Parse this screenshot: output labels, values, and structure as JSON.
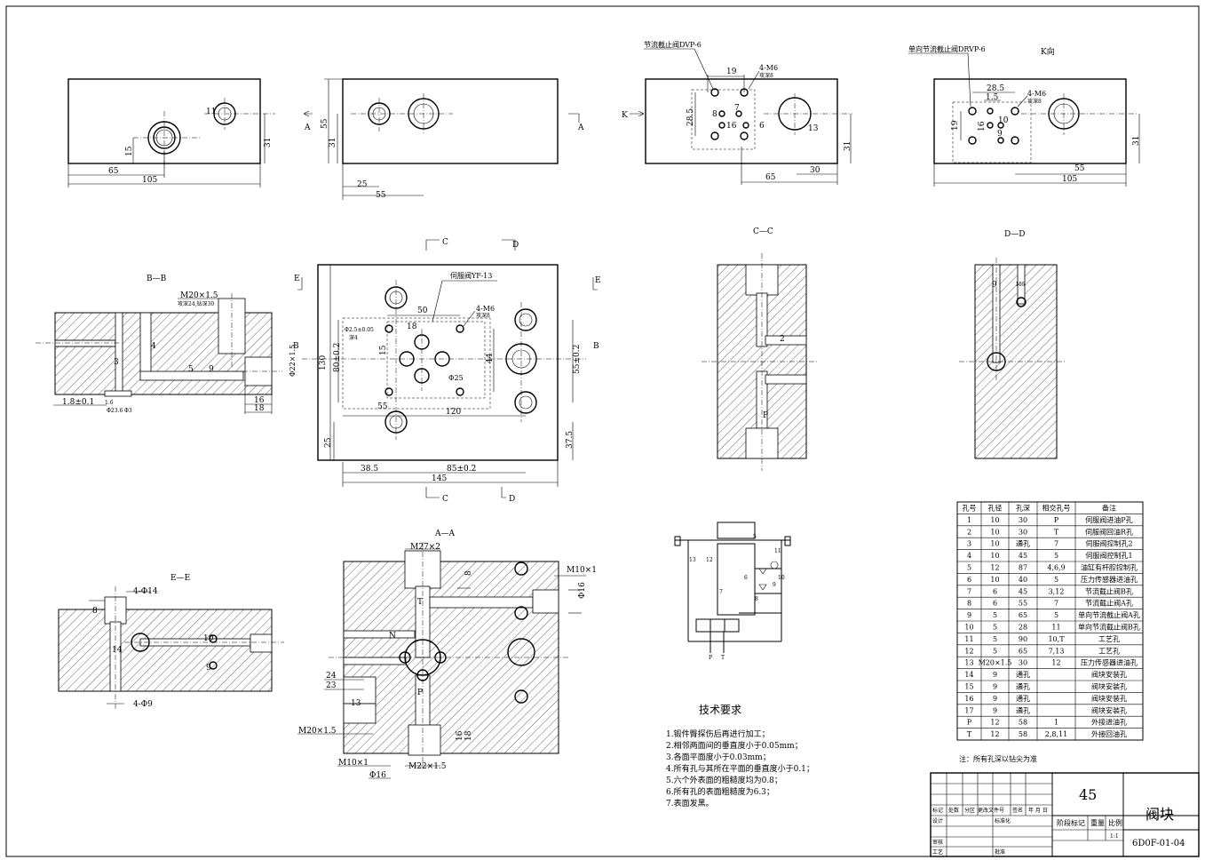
{
  "views": {
    "k_direction_label": "K向",
    "front": {
      "dims": [
        "11",
        "15",
        "31",
        "65",
        "105"
      ]
    },
    "side": {
      "dims": [
        "55",
        "31",
        "25",
        "55"
      ],
      "cut_a": "A"
    },
    "top_right": {
      "callout": "节流截止阀DVP-6",
      "dims": [
        "19",
        "4-M6",
        "攻深8",
        "28.5",
        "8",
        "7",
        "16",
        "6",
        "13",
        "31",
        "30",
        "65"
      ],
      "k": "K"
    },
    "far_right": {
      "callout": "单向节流截止阀DRVP-6",
      "dims": [
        "28.5",
        "1.5",
        "4-M6",
        "攻深8",
        "19",
        "10",
        "16",
        "9",
        "31",
        "55",
        "105"
      ]
    }
  },
  "sections": {
    "bb": {
      "title": "B—B",
      "dims": [
        "M20×1.5",
        "攻深24,钻深30",
        "4",
        "3",
        "5",
        "9",
        "Φ22×1.5",
        "16",
        "18",
        "1.8±0.1",
        "1.6",
        "Φ23.6",
        "Φ3"
      ]
    },
    "main": {
      "cut_c": "C",
      "cut_d": "D",
      "cut_e": "E",
      "cut_b": "B",
      "callout": "伺服阀YF-13",
      "dims": [
        "50",
        "4-M6",
        "攻深8",
        "18",
        "Φ2.5±0.05",
        "深4",
        "15",
        "44",
        "Φ25",
        "55",
        "120",
        "130",
        "80±0.2",
        "55±0.2",
        "25",
        "37.5",
        "38.5",
        "85±0.2",
        "145"
      ]
    },
    "cc": {
      "title": "C—C",
      "marks": [
        "2",
        "P"
      ]
    },
    "dd": {
      "title": "D—D",
      "marks": [
        "9",
        "M6"
      ]
    },
    "aa": {
      "title": "A—A",
      "dims": [
        "M27×2",
        "M10×1",
        "Φ16",
        "T",
        "N",
        "24",
        "23",
        "13",
        "M20×1.5",
        "M10×1",
        "Φ16",
        "M22×1.5",
        "P",
        "16",
        "18",
        "8"
      ]
    },
    "ee": {
      "title": "E—E",
      "dims": [
        "4-Φ14",
        "8",
        "14",
        "10",
        "9",
        "4-Φ9"
      ]
    }
  },
  "table": {
    "headers": [
      "孔号",
      "孔径",
      "孔深",
      "相交孔号",
      "备注"
    ],
    "rows": [
      [
        "1",
        "10",
        "30",
        "P",
        "伺服阀进油P孔"
      ],
      [
        "2",
        "10",
        "30",
        "T",
        "伺服阀回油R孔"
      ],
      [
        "3",
        "10",
        "通孔",
        "7",
        "伺服阀控制孔2"
      ],
      [
        "4",
        "10",
        "45",
        "5",
        "伺服阀控制孔1"
      ],
      [
        "5",
        "12",
        "87",
        "4,6,9",
        "油缸有杆腔控制孔"
      ],
      [
        "6",
        "10",
        "40",
        "5",
        "压力传感器进油孔"
      ],
      [
        "7",
        "6",
        "45",
        "3,12",
        "节流截止阀B孔"
      ],
      [
        "8",
        "6",
        "55",
        "7",
        "节流截止阀A孔"
      ],
      [
        "9",
        "5",
        "65",
        "5",
        "单向节流截止阀A孔"
      ],
      [
        "10",
        "5",
        "28",
        "11",
        "单向节流截止阀B孔"
      ],
      [
        "11",
        "5",
        "90",
        "10,T",
        "工艺孔"
      ],
      [
        "12",
        "5",
        "65",
        "7,13",
        "工艺孔"
      ],
      [
        "13",
        "M20×1.5",
        "30",
        "12",
        "压力传感器进油孔"
      ],
      [
        "14",
        "9",
        "通孔",
        "",
        "阀块安装孔"
      ],
      [
        "15",
        "9",
        "通孔",
        "",
        "阀块安装孔"
      ],
      [
        "16",
        "9",
        "通孔",
        "",
        "阀块安装孔"
      ],
      [
        "17",
        "9",
        "通孔",
        "",
        "阀块安装孔"
      ],
      [
        "P",
        "12",
        "58",
        "1",
        "外接进油孔"
      ],
      [
        "T",
        "12",
        "58",
        "2,8,11",
        "外接回油孔"
      ]
    ],
    "note": "注：所有孔深以钻尖为准"
  },
  "requirements": {
    "title": "技术要求",
    "items": [
      "1.锻件臀探伤后再进行加工；",
      "2.相邻两面间的垂直度小于0.05mm；",
      "3.各面平面度小于0.03mm；",
      "4.所有孔与其所在平面的垂直度小于0.1；",
      "5.六个外表面的粗糙度均为0.8；",
      "6.所有孔的表面粗糙度为6.3；",
      "7.表面发黑。"
    ]
  },
  "schematic": {
    "labels": [
      "5",
      "13",
      "12",
      "7",
      "11",
      "9",
      "10",
      "6",
      "8",
      "P",
      "T"
    ]
  },
  "title_block": {
    "material": "45",
    "name": "阀块",
    "code": "6D0F-01-04",
    "scale": "1:1",
    "cells": [
      "标记",
      "处数",
      "分区",
      "更改文件号",
      "签名",
      "年 月 日",
      "设计",
      "标准化",
      "阶段标记",
      "重量",
      "比例",
      "审核",
      "工艺",
      "批准"
    ]
  }
}
